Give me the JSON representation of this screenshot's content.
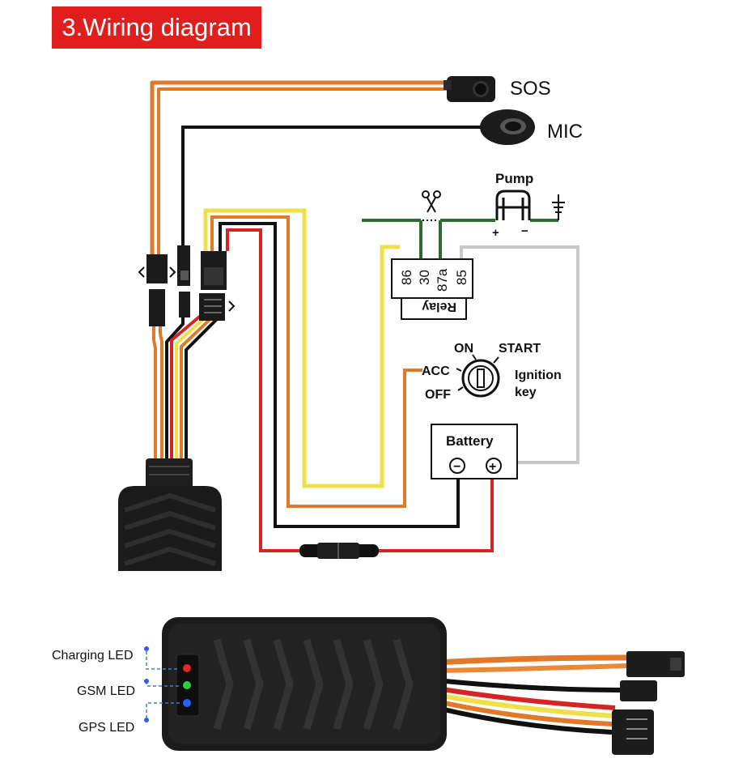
{
  "title": "3.Wiring diagram",
  "components": {
    "sos": "SOS",
    "mic": "MIC",
    "pump": "Pump",
    "pump_plus": "+",
    "pump_minus": "−",
    "relay": "Relay",
    "relay_pins": [
      "86",
      "30",
      "87a",
      "85"
    ],
    "ignition": {
      "on": "ON",
      "start": "START",
      "acc": "ACC",
      "off": "OFF",
      "label_line1": "Ignition",
      "label_line2": "key"
    },
    "battery": {
      "label": "Battery",
      "minus": "−",
      "plus": "+"
    }
  },
  "leds": {
    "charging": "Charging LED",
    "gsm": "GSM LED",
    "gps": "GPS LED"
  },
  "colors": {
    "title_bg": "#e01e1e",
    "wire_orange": "#e07a2a",
    "wire_yellow": "#efe04a",
    "wire_red": "#d42424",
    "wire_black": "#111111",
    "wire_green": "#2e6b2e",
    "wire_gray": "#c8c8c8",
    "led_red": "#e02828",
    "led_green": "#2ecc40",
    "led_blue": "#2a5cff"
  }
}
